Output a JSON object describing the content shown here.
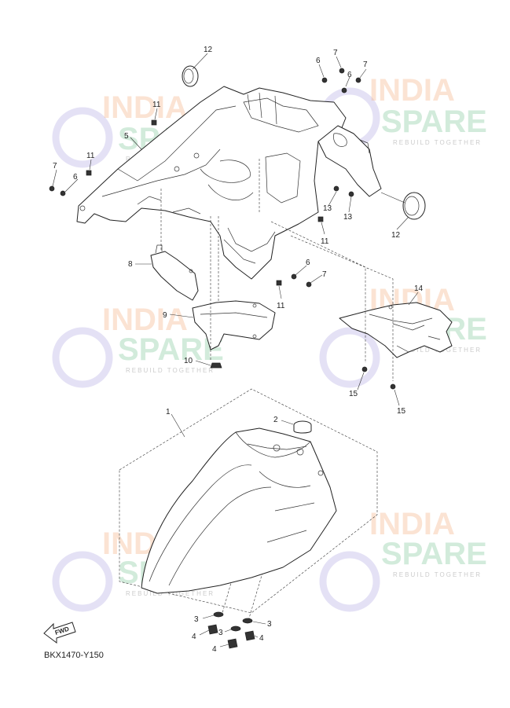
{
  "watermark": {
    "line1": "INDIA",
    "line2": "SPARE",
    "tagline": "REBUILD TOGETHER"
  },
  "fwd_label": "FWD",
  "diagram_code": "BKX1470-Y150",
  "callouts": [
    {
      "id": "c12a",
      "text": "12"
    },
    {
      "id": "c6a",
      "text": "6"
    },
    {
      "id": "c7a",
      "text": "7"
    },
    {
      "id": "c6b",
      "text": "6"
    },
    {
      "id": "c7b",
      "text": "7"
    },
    {
      "id": "c11a",
      "text": "11"
    },
    {
      "id": "c5",
      "text": "5"
    },
    {
      "id": "c11b",
      "text": "11"
    },
    {
      "id": "c7c",
      "text": "7"
    },
    {
      "id": "c6c",
      "text": "6"
    },
    {
      "id": "c13a",
      "text": "13"
    },
    {
      "id": "c13b",
      "text": "13"
    },
    {
      "id": "c12b",
      "text": "12"
    },
    {
      "id": "c11c",
      "text": "11"
    },
    {
      "id": "c8",
      "text": "8"
    },
    {
      "id": "c6d",
      "text": "6"
    },
    {
      "id": "c7d",
      "text": "7"
    },
    {
      "id": "c11d",
      "text": "11"
    },
    {
      "id": "c14",
      "text": "14"
    },
    {
      "id": "c9",
      "text": "9"
    },
    {
      "id": "c10",
      "text": "10"
    },
    {
      "id": "c15a",
      "text": "15"
    },
    {
      "id": "c15b",
      "text": "15"
    },
    {
      "id": "c1",
      "text": "1"
    },
    {
      "id": "c2",
      "text": "2"
    },
    {
      "id": "c3a",
      "text": "3"
    },
    {
      "id": "c3b",
      "text": "3"
    },
    {
      "id": "c3c",
      "text": "3"
    },
    {
      "id": "c4a",
      "text": "4"
    },
    {
      "id": "c4b",
      "text": "4"
    },
    {
      "id": "c4c",
      "text": "4"
    }
  ]
}
